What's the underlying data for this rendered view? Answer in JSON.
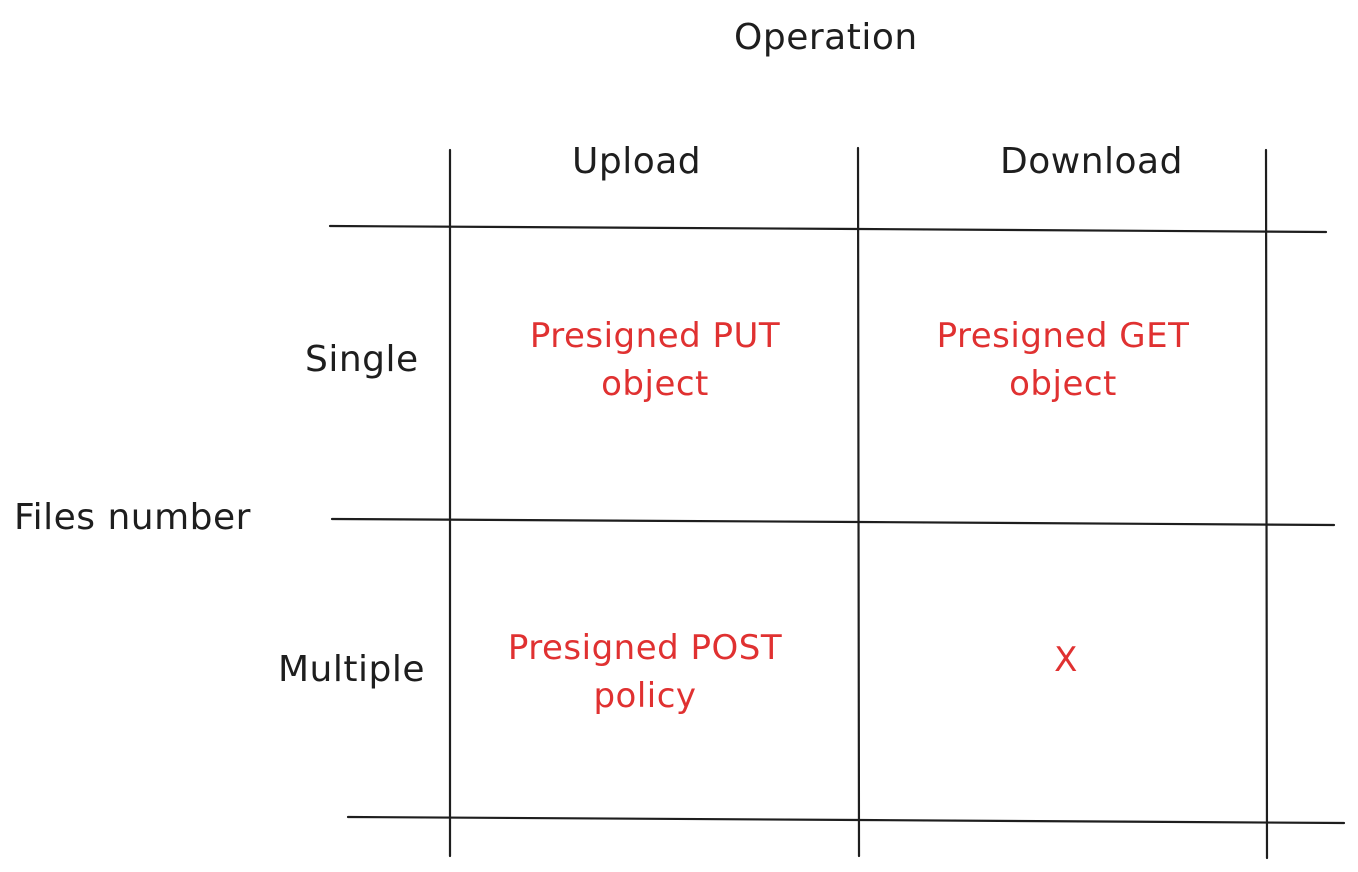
{
  "axes": {
    "column_axis_label": "Operation",
    "row_axis_label": "Files number"
  },
  "columns": [
    "Upload",
    "Download"
  ],
  "rows": [
    "Single",
    "Multiple"
  ],
  "cells": {
    "single_upload": [
      "Presigned PUT",
      "object"
    ],
    "single_download": [
      "Presigned GET",
      "object"
    ],
    "multiple_upload": [
      "Presigned POST",
      "policy"
    ],
    "multiple_download": [
      "X"
    ]
  },
  "colors": {
    "ink": "#1e1e1e",
    "accent": "#e03131",
    "background": "#ffffff"
  }
}
